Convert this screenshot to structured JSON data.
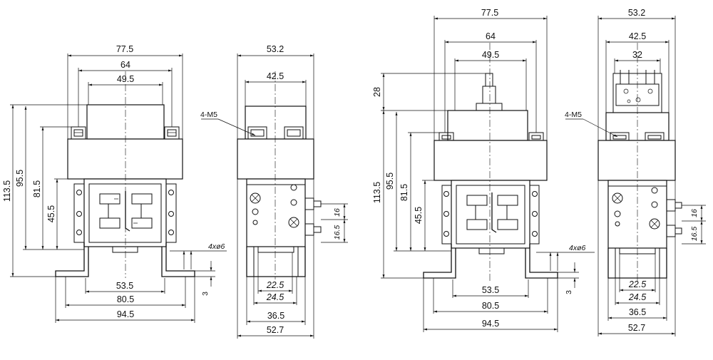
{
  "drawing_a": {
    "front": {
      "width_overall": "77.5",
      "width_mount": "64",
      "width_inner": "49.5",
      "height_overall": "113.5",
      "height_2": "95.5",
      "height_3": "81.5",
      "height_4": "45.5",
      "bottom_1": "53.5",
      "bottom_2": "80.5",
      "bottom_3": "94.5",
      "hole_note": "4xø6",
      "thickness": "3"
    },
    "side": {
      "width_overall": "53.2",
      "width_inner": "42.5",
      "thread_note": "4-M5",
      "term_1": "16",
      "term_2": "16.5",
      "bottom_1": "22.5",
      "bottom_2": "24.5",
      "bottom_3": "36.5",
      "bottom_4": "52.7"
    }
  },
  "drawing_b": {
    "front": {
      "width_overall": "77.5",
      "width_mount": "64",
      "width_inner": "49.5",
      "top_extra": "28",
      "height_overall": "113.5",
      "height_2": "95.5",
      "height_3": "81.5",
      "height_4": "45.5",
      "bottom_1": "53.5",
      "bottom_2": "80.5",
      "bottom_3": "94.5",
      "hole_note": "4xø6",
      "thickness": "3"
    },
    "side": {
      "width_overall": "53.2",
      "width_inner": "42.5",
      "width_pins": "32",
      "thread_note": "4-M5",
      "term_1": "16",
      "term_2": "16.5",
      "bottom_1": "22.5",
      "bottom_2": "24.5",
      "bottom_3": "36.5",
      "bottom_4": "52.7"
    }
  }
}
